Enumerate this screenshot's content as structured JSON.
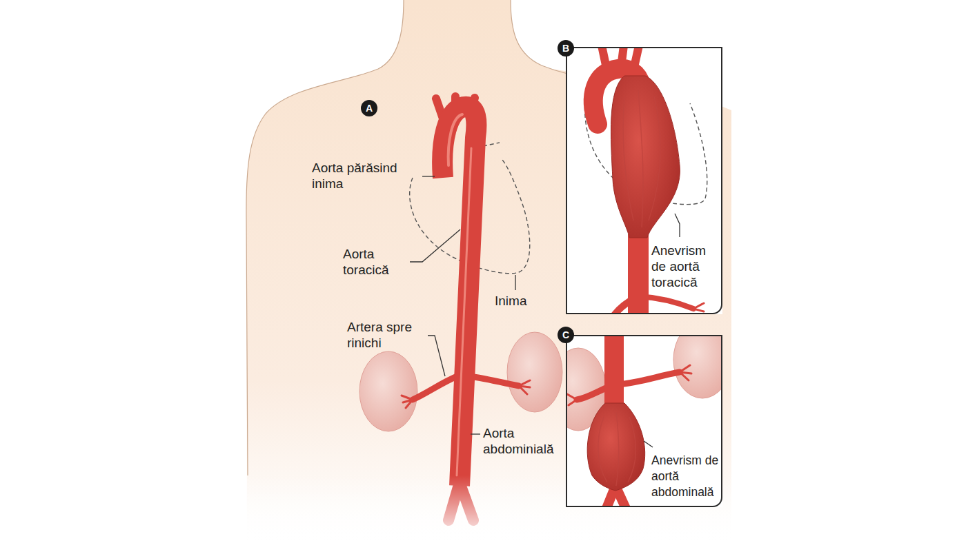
{
  "diagram": {
    "nodes": [
      {
        "text": [
          "A"
        ]
      },
      {
        "text": [
          "B"
        ]
      },
      {
        "text": [
          "Anevrism de aortă toracică"
        ]
      },
      {
        "text": [
          "C"
        ]
      },
      {
        "text": [
          "Anevrism de aortă abdominală"
        ]
      }
    ],
    "labels": [
      "Aorta părăsind inima",
      "Aorta toracică",
      "Inima",
      "Artera spre rinichi",
      "Aorta abdominială"
    ]
  }
}
